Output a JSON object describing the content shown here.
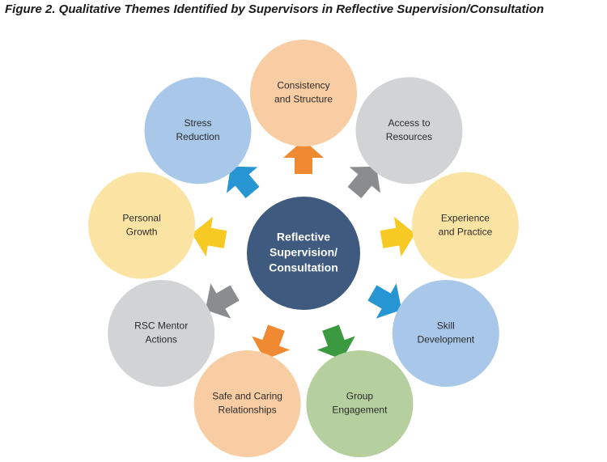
{
  "figure_title": "Figure 2. Qualitative Themes Identified by Supervisors in Reflective Supervision/Consultation",
  "center": {
    "lines": [
      "Reflective",
      "Supervision/",
      "Consultation"
    ],
    "color": "#3f5a7f"
  },
  "themes": [
    {
      "id": "consistency-and-structure",
      "lines": [
        "Consistency",
        "and Structure"
      ],
      "color": "#f9cda3",
      "arrow_color": "#f08a32"
    },
    {
      "id": "access-to-resources",
      "lines": [
        "Access to",
        "Resources"
      ],
      "color": "#d1d3d4",
      "arrow_color": "#8a8c8e"
    },
    {
      "id": "experience-and-practice",
      "lines": [
        "Experience",
        "and Practice"
      ],
      "color": "#fbe4a3",
      "arrow_color": "#f6c923"
    },
    {
      "id": "skill-development",
      "lines": [
        "Skill",
        "Development"
      ],
      "color": "#a9c8e9",
      "arrow_color": "#2895d3"
    },
    {
      "id": "group-engagement",
      "lines": [
        "Group",
        "Engagement"
      ],
      "color": "#b5cf9e",
      "arrow_color": "#3b9a3f"
    },
    {
      "id": "safe-and-caring-relationships",
      "lines": [
        "Safe and Caring",
        "Relationships"
      ],
      "color": "#f9cda3",
      "arrow_color": "#f08a32"
    },
    {
      "id": "rsc-mentor-actions",
      "lines": [
        "RSC Mentor",
        "Actions"
      ],
      "color": "#d1d3d4",
      "arrow_color": "#8a8c8e"
    },
    {
      "id": "personal-growth",
      "lines": [
        "Personal",
        "Growth"
      ],
      "color": "#fbe4a3",
      "arrow_color": "#f6c923"
    },
    {
      "id": "stress-reduction",
      "lines": [
        "Stress",
        "Reduction"
      ],
      "color": "#a9c8e9",
      "arrow_color": "#2895d3"
    }
  ]
}
